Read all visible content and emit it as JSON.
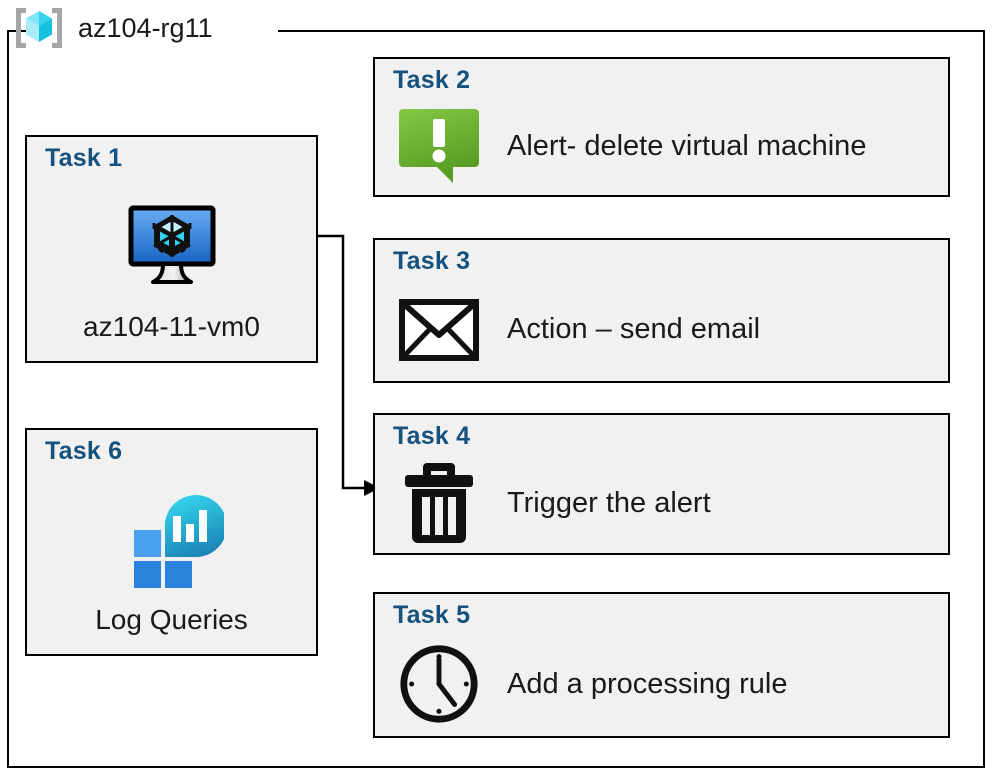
{
  "diagram": {
    "type": "azure-resource-diagram",
    "resource_group": {
      "name": "az104-rg11",
      "icon": "resource-group-icon"
    },
    "colors": {
      "task_title": "#15527e",
      "card_fill": "#f1f1f1",
      "card_border": "#000000",
      "alert_green_light": "#7dc242",
      "alert_green_dark": "#5a9e26",
      "vm_blue_light": "#5ea5ef",
      "vm_blue_dark": "#1a64c0",
      "log_cyan": "#32cfe8",
      "log_teal": "#1b82b5",
      "log_tile_light": "#4a9ff0",
      "log_tile_dark": "#2a84dd",
      "rg_cube_light": "#a8e9f7",
      "rg_cube_mid": "#4fd8f2",
      "rg_cube_dark": "#17c0e0",
      "rg_bracket": "#a6a6a6"
    },
    "cards": [
      {
        "id": "task1",
        "title": "Task 1",
        "caption": "az104-11-vm0",
        "icon": "virtual-machine-icon",
        "column": "left"
      },
      {
        "id": "task2",
        "title": "Task 2",
        "label": "Alert- delete virtual machine",
        "icon": "alert-bubble-icon",
        "column": "right"
      },
      {
        "id": "task3",
        "title": "Task 3",
        "label": "Action – send email",
        "icon": "envelope-icon",
        "column": "right"
      },
      {
        "id": "task4",
        "title": "Task 4",
        "label": "Trigger the alert",
        "icon": "trash-icon",
        "column": "right"
      },
      {
        "id": "task5",
        "title": "Task 5",
        "label": "Add a processing rule",
        "icon": "clock-icon",
        "column": "right"
      },
      {
        "id": "task6",
        "title": "Task 6",
        "caption": "Log Queries",
        "icon": "log-analytics-icon",
        "column": "left"
      }
    ],
    "connections": [
      {
        "from": "task1",
        "to": "task4",
        "style": "orthogonal-arrow"
      }
    ]
  }
}
